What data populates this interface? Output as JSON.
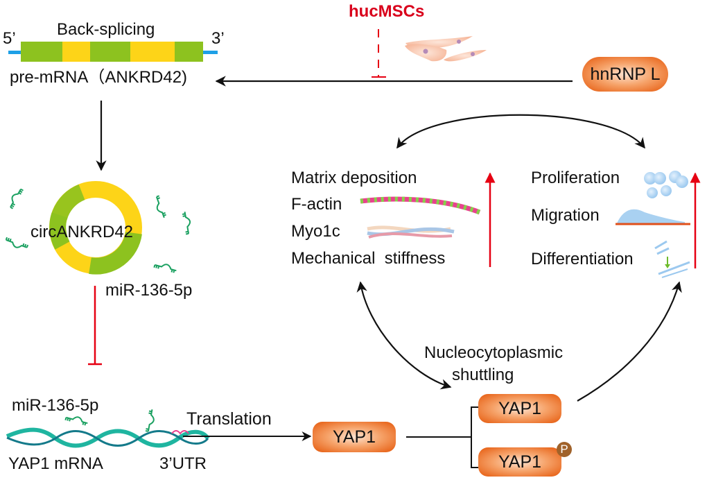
{
  "diagram": {
    "precursor": {
      "title": "Back-splicing",
      "five_prime": "5’",
      "three_prime": "3’",
      "name": "pre-mRNA（ANKRD42)",
      "exon_colors": [
        "#8dc21f",
        "#fdd418",
        "#8dc21f",
        "#fdd418",
        "#8dc21f"
      ],
      "flank_color": "#1ea0e6"
    },
    "circ": {
      "name": "circANKRD42",
      "sponge_label": "miR-136-5p",
      "colors": {
        "green": "#8dc21f",
        "yellow": "#fdd418"
      }
    },
    "mrna": {
      "mirna_label": "miR-136-5p",
      "name": "YAP1 mRNA",
      "utr": "3’UTR",
      "translation_label": "Translation",
      "ribbon_color": "#1fb5a0"
    },
    "cells": {
      "title": "hucMSCs",
      "title_color": "#d9001b"
    },
    "regulator": {
      "name": "hnRNP L"
    },
    "proteins": {
      "yap1_cytoplasm": "YAP1",
      "yap1_active": "YAP1",
      "yap1_phospho": "YAP1",
      "phospho_badge": "P",
      "shuttling_line1": "Nucleocytoplasmic",
      "shuttling_line2": "shuttling"
    },
    "mechanics": {
      "items": [
        "Matrix deposition",
        "F-actin",
        "Myo1c",
        "Mechanical  stiffness"
      ],
      "trend": "up",
      "trend_color": "#e60012"
    },
    "cell_functions": {
      "items": [
        "Proliferation",
        "Migration",
        "Differentiation"
      ],
      "trend": "up",
      "trend_color": "#e60012"
    },
    "inhibit_color": "#e60012"
  }
}
